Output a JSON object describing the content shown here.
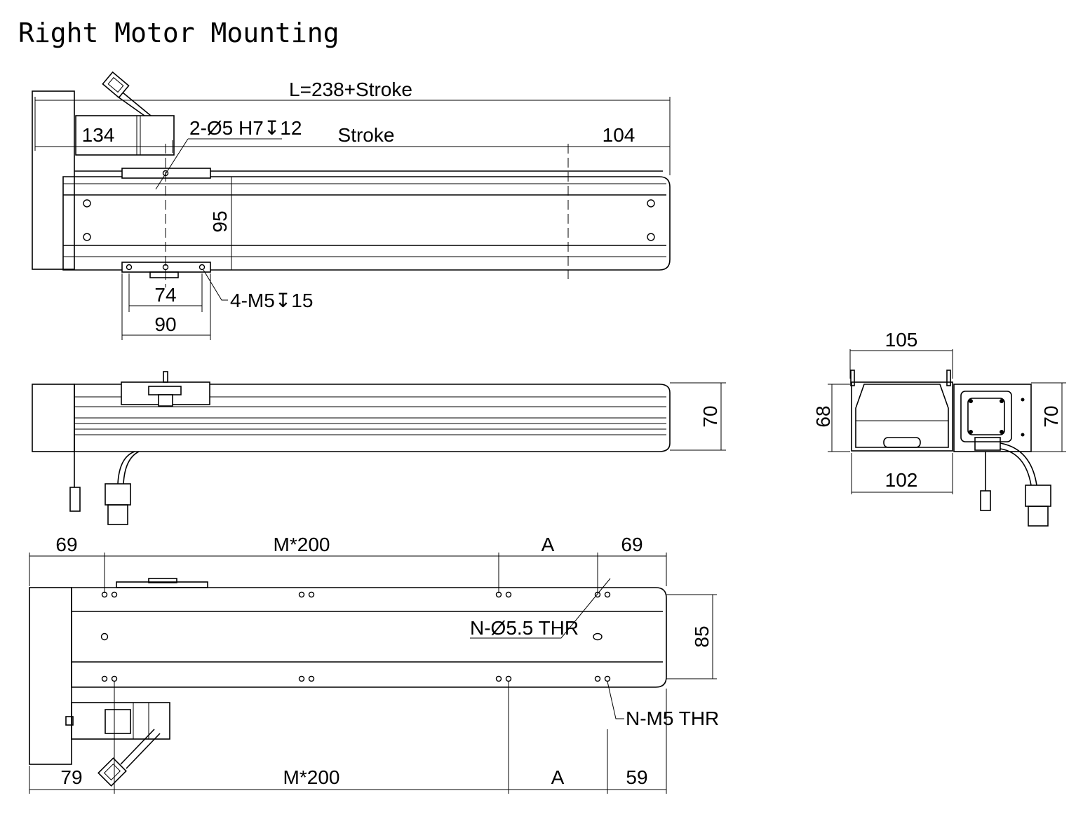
{
  "title": "Right Motor Mounting",
  "top_view": {
    "overall_length": "L=238+Stroke",
    "motor_length": "134",
    "pin_hole": "2-Ø5 H7↧12",
    "stroke": "Stroke",
    "end_length": "104",
    "rail_width": "95",
    "slider_hole_pitch": "74",
    "slider_length": "90",
    "slider_thread": "4-M5↧15"
  },
  "side_view": {
    "height": "70"
  },
  "end_view": {
    "top_width": "105",
    "body_height": "68",
    "motor_height": "70",
    "bottom_width": "102"
  },
  "bottom_view": {
    "top_left_offset": "69",
    "top_pitch": "M*200",
    "top_a": "A",
    "top_right_offset": "69",
    "through_hole": "N-Ø5.5 THR",
    "hole_spacing": "85",
    "thread_hole": "N-M5 THR",
    "bottom_left_offset": "79",
    "bottom_pitch": "M*200",
    "bottom_a": "A",
    "bottom_right_offset": "59"
  }
}
